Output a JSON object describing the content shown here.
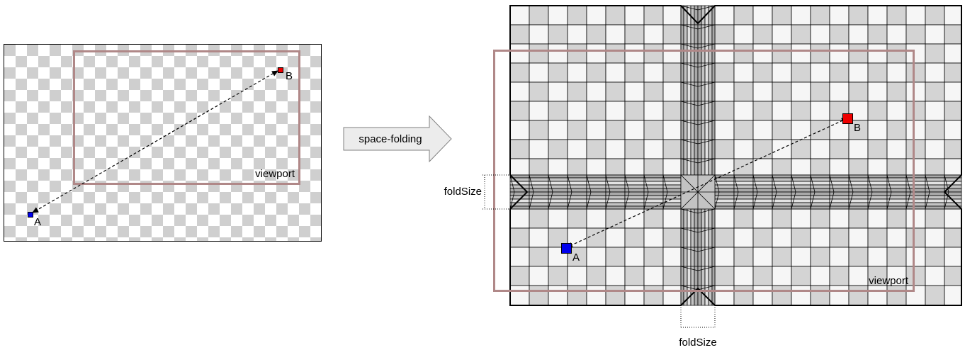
{
  "left_panel": {
    "viewport_label": "viewport",
    "point_a_label": "A",
    "point_b_label": "B"
  },
  "arrow": {
    "label": "space-folding"
  },
  "right_panel": {
    "viewport_label": "viewport",
    "point_a_label": "A",
    "point_b_label": "B",
    "fold_size_vertical_label": "foldSize",
    "fold_size_horizontal_label": "foldSize"
  },
  "colors": {
    "viewport_frame": "#b08888",
    "point_a": "#0000ee",
    "point_b": "#ee0000",
    "checker_dark": "#d4d4d4",
    "checker_light": "#f6f6f6",
    "checker_dark_transparent": "#cfcfcf",
    "fold_dark": "#a9a9a9",
    "fold_mid": "#c3c3c3",
    "fold_light": "#e3e3e3"
  }
}
